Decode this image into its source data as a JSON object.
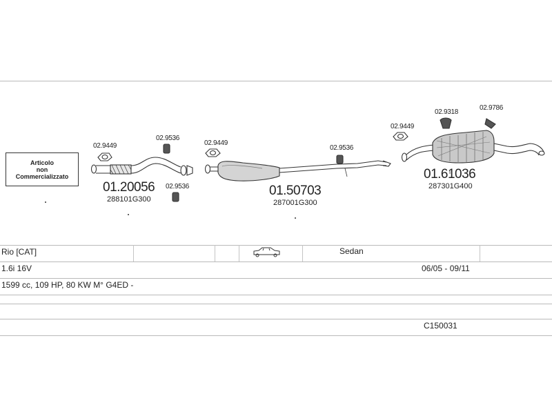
{
  "notice": {
    "line1": "Articolo",
    "line2": "non",
    "line3": "Commercializzato"
  },
  "parts": {
    "front_pipe": {
      "number": "01.20056",
      "oe": "288101G300"
    },
    "middle_silencer": {
      "number": "01.50703",
      "oe": "287001G300"
    },
    "rear_silencer": {
      "number": "01.61036",
      "oe": "287301G400"
    },
    "gasket_front": "02.9449",
    "gasket_middle": "02.9449",
    "gasket_rear": "02.9449",
    "hanger_front_top": "02.9536",
    "hanger_front_bottom": "02.9536",
    "hanger_middle": "02.9536",
    "hanger_rear_1": "02.9318",
    "hanger_rear_2": "02.9786"
  },
  "vehicle": {
    "model": "Rio  [CAT]",
    "body": "Sedan",
    "car_icon": "car-sedan-icon",
    "engine": "1.6i 16V",
    "dates": "06/05 - 09/11",
    "specs": "1599 cc, 109 HP, 80 KW M° G4ED -",
    "code": "C150031"
  }
}
